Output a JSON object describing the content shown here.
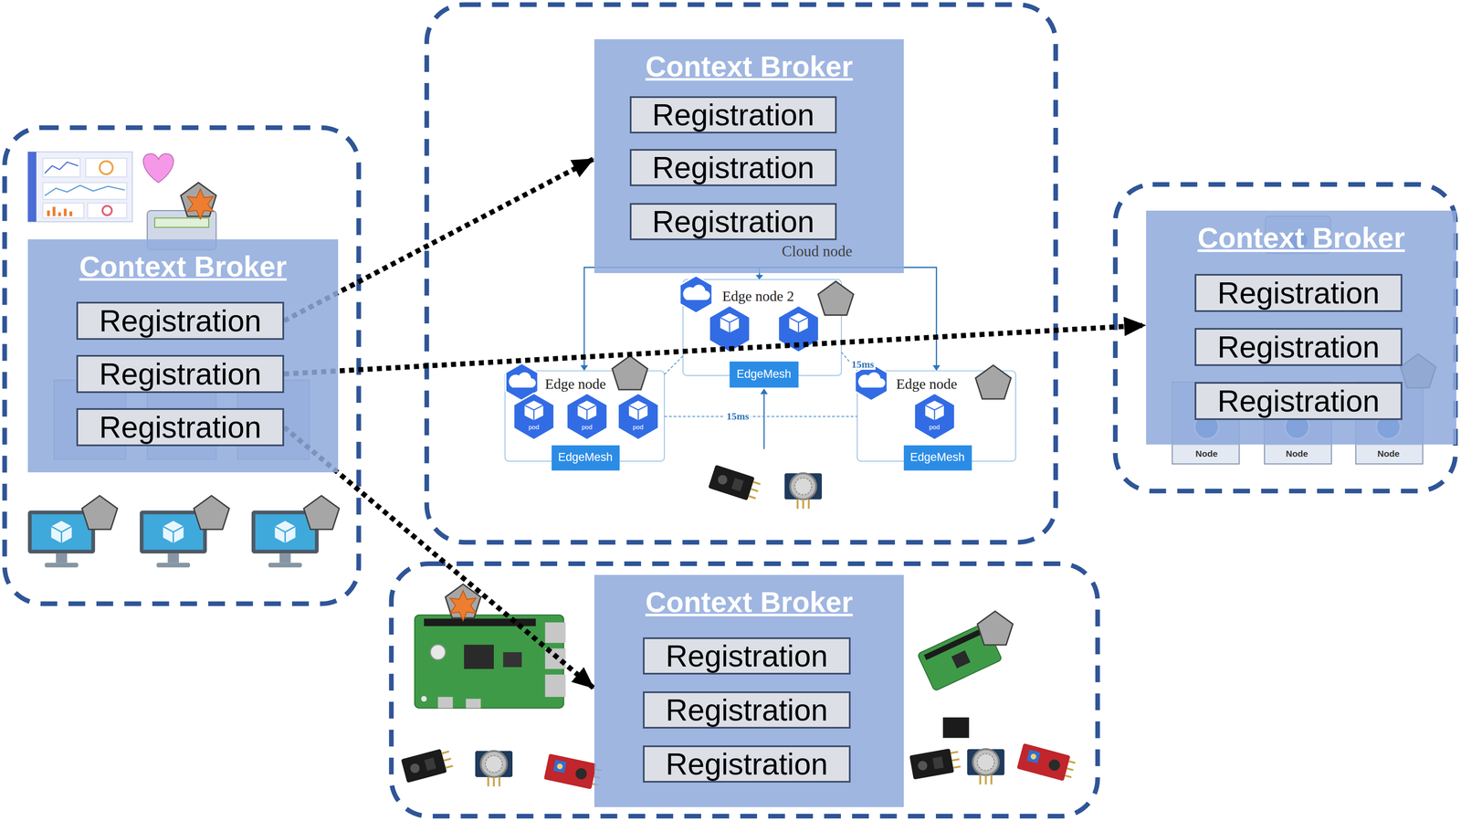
{
  "diagram": {
    "nodes": [
      {
        "text": [
          "Context Broker"
        ]
      },
      {
        "text": [
          "Registration"
        ],
        "in": 0
      },
      {
        "text": [
          "Registration"
        ],
        "in": 0
      },
      {
        "text": [
          "Registration"
        ],
        "in": 0
      },
      {
        "text": [
          "Context Broker"
        ]
      },
      {
        "text": [
          "Registration"
        ],
        "in": 4
      },
      {
        "text": [
          "Registration"
        ],
        "in": 4
      },
      {
        "text": [
          "Registration"
        ],
        "in": 4
      },
      {
        "text": [
          "Context Broker"
        ]
      },
      {
        "text": [
          "Registration"
        ],
        "in": 8
      },
      {
        "text": [
          "Registration"
        ],
        "in": 8
      },
      {
        "text": [
          "Registration"
        ],
        "in": 8
      },
      {
        "text": [
          "Context Broker"
        ]
      },
      {
        "text": [
          "Registration"
        ],
        "in": 12
      },
      {
        "text": [
          "Registration"
        ],
        "in": 12
      },
      {
        "text": [
          "Registration"
        ],
        "in": 12
      }
    ],
    "edges": [
      {
        "from": 1,
        "to": 4,
        "arrow": "to"
      },
      {
        "from": 2,
        "to": 8,
        "arrow": "to"
      },
      {
        "from": 3,
        "to": 12,
        "arrow": "to"
      }
    ],
    "labels": [
      "Cloud node",
      "Edge node 2",
      "Edge node",
      "Edge node",
      "EdgeMesh",
      "EdgeMesh",
      "EdgeMesh",
      "15ms",
      "15ms",
      "pod",
      "pod",
      "pod",
      "pod",
      "Node",
      "Node",
      "Node"
    ]
  }
}
